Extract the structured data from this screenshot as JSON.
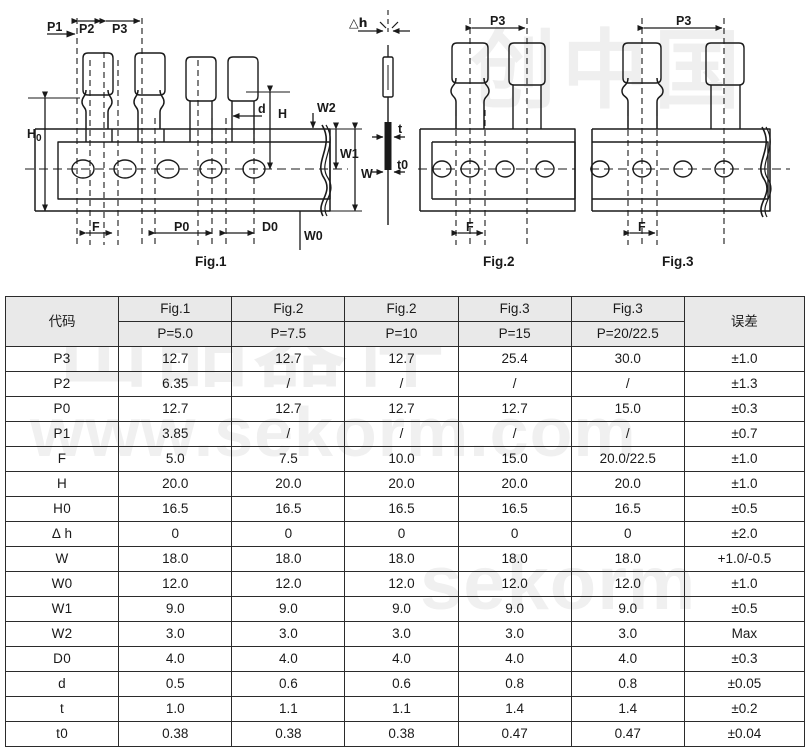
{
  "figures": {
    "fig1": {
      "caption": "Fig.1",
      "labels": [
        "P1",
        "P2",
        "P3",
        "H0",
        "H",
        "d",
        "W2",
        "W1",
        "W",
        "F",
        "P0",
        "D0",
        "W0"
      ]
    },
    "detail": {
      "labels": [
        "△h",
        "t",
        "t0"
      ]
    },
    "fig2": {
      "caption": "Fig.2",
      "labels": [
        "P3",
        "F"
      ]
    },
    "fig3": {
      "caption": "Fig.3",
      "labels": [
        "P3",
        "F"
      ]
    }
  },
  "table": {
    "header": {
      "code_label": "代码",
      "tolerance_label": "误差",
      "figures": [
        "Fig.1",
        "Fig.2",
        "Fig.2",
        "Fig.3",
        "Fig.3"
      ],
      "pitches": [
        "P=5.0",
        "P=7.5",
        "P=10",
        "P=15",
        "P=20/22.5"
      ]
    },
    "rows": [
      {
        "code": "P3",
        "values": [
          "12.7",
          "12.7",
          "12.7",
          "25.4",
          "30.0"
        ],
        "tolerance": "±1.0"
      },
      {
        "code": "P2",
        "values": [
          "6.35",
          "/",
          "/",
          "/",
          "/"
        ],
        "tolerance": "±1.3"
      },
      {
        "code": "P0",
        "values": [
          "12.7",
          "12.7",
          "12.7",
          "12.7",
          "15.0"
        ],
        "tolerance": "±0.3"
      },
      {
        "code": "P1",
        "values": [
          "3.85",
          "/",
          "/",
          "/",
          "/"
        ],
        "tolerance": "±0.7"
      },
      {
        "code": "F",
        "values": [
          "5.0",
          "7.5",
          "10.0",
          "15.0",
          "20.0/22.5"
        ],
        "tolerance": "±1.0"
      },
      {
        "code": "H",
        "values": [
          "20.0",
          "20.0",
          "20.0",
          "20.0",
          "20.0"
        ],
        "tolerance": "±1.0"
      },
      {
        "code": "H0",
        "values": [
          "16.5",
          "16.5",
          "16.5",
          "16.5",
          "16.5"
        ],
        "tolerance": "±0.5"
      },
      {
        "code": "Δ h",
        "values": [
          "0",
          "0",
          "0",
          "0",
          "0"
        ],
        "tolerance": "±2.0"
      },
      {
        "code": "W",
        "values": [
          "18.0",
          "18.0",
          "18.0",
          "18.0",
          "18.0"
        ],
        "tolerance": "+1.0/-0.5"
      },
      {
        "code": "W0",
        "values": [
          "12.0",
          "12.0",
          "12.0",
          "12.0",
          "12.0"
        ],
        "tolerance": "±1.0"
      },
      {
        "code": "W1",
        "values": [
          "9.0",
          "9.0",
          "9.0",
          "9.0",
          "9.0"
        ],
        "tolerance": "±0.5"
      },
      {
        "code": "W2",
        "values": [
          "3.0",
          "3.0",
          "3.0",
          "3.0",
          "3.0"
        ],
        "tolerance": "Max"
      },
      {
        "code": "D0",
        "values": [
          "4.0",
          "4.0",
          "4.0",
          "4.0",
          "4.0"
        ],
        "tolerance": "±0.3"
      },
      {
        "code": "d",
        "values": [
          "0.5",
          "0.6",
          "0.6",
          "0.8",
          "0.8"
        ],
        "tolerance": "±0.05"
      },
      {
        "code": "t",
        "values": [
          "1.0",
          "1.1",
          "1.1",
          "1.4",
          "1.4"
        ],
        "tolerance": "±0.2"
      },
      {
        "code": "t0",
        "values": [
          "0.38",
          "0.38",
          "0.38",
          "0.47",
          "0.47"
        ],
        "tolerance": "±0.04"
      }
    ]
  },
  "watermark": {
    "cjk_a": "出品器件",
    "cjk_b": "创中国",
    "url_a": "www.sekorm.com",
    "url_b": "sekorm"
  },
  "colors": {
    "line": "#1a1a1a",
    "header_bg": "#e9e9e9",
    "border": "#2b2b2b",
    "watermark": "#efefef",
    "page_bg": "#ffffff"
  }
}
